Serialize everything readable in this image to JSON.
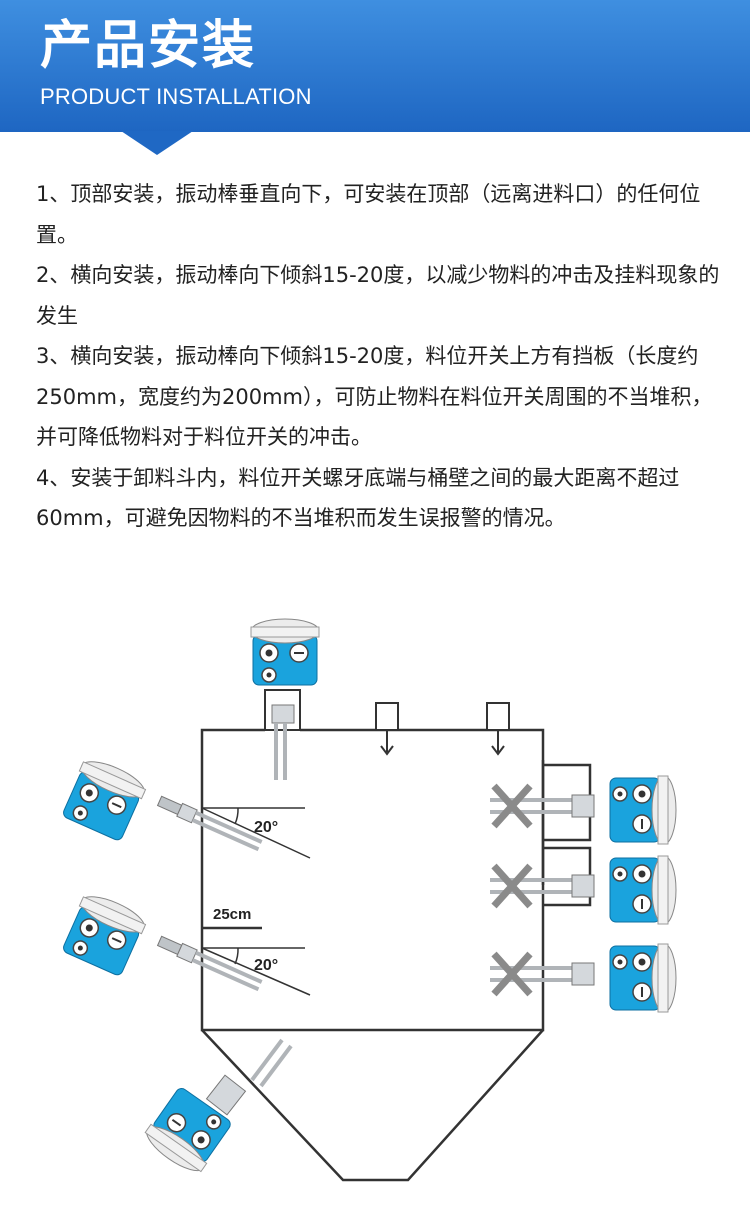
{
  "header": {
    "title_zh": "产品安装",
    "title_en": "PRODUCT INSTALLATION"
  },
  "instructions": [
    "1、顶部安装，振动棒垂直向下，可安装在顶部（远离进料口）的任何位置。",
    "2、横向安装，振动棒向下倾斜15-20度，以减少物料的冲击及挂料现象的发生",
    "3、横向安装，振动棒向下倾斜15-20度，料位开关上方有挡板（长度约250mm，宽度约为200mm），可防止物料在料位开关周围的不当堆积，并可降低物料对于料位开关的冲击。",
    "4、安装于卸料斗内，料位开关螺牙底端与桶壁之间的最大距离不超过60mm，可避免因物料的不当堆积而发生误报警的情况。"
  ],
  "diagram": {
    "angle_label_1": "20°",
    "angle_label_2": "20°",
    "baffle_label": "25cm",
    "colors": {
      "device_blue": "#1aa3dd",
      "device_head": "#e8e8e8",
      "cross": "#8a8a8a",
      "vessel": "#333333"
    }
  }
}
